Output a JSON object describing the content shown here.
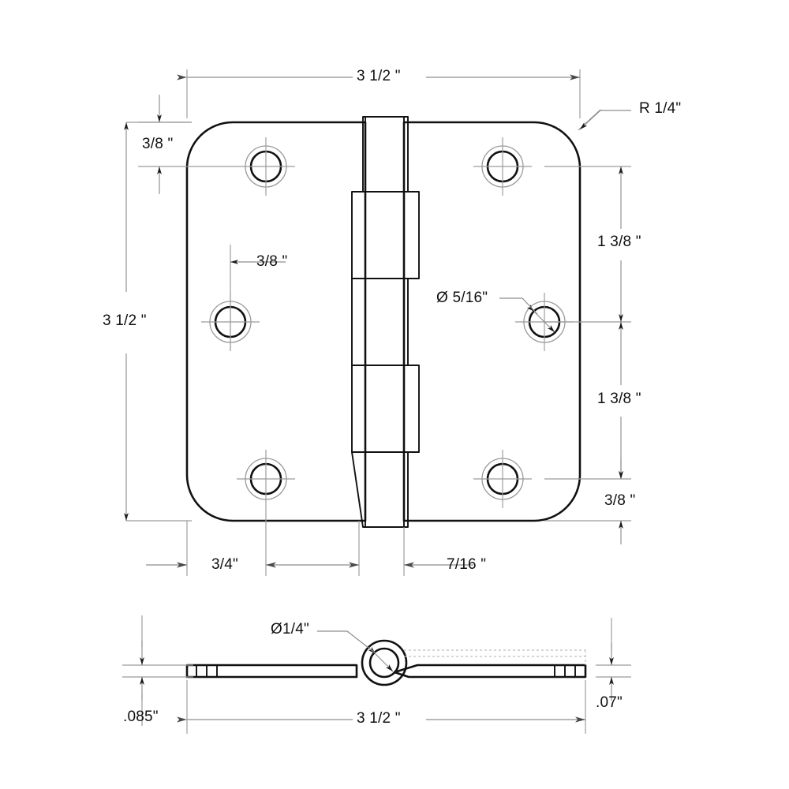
{
  "drawing": {
    "title": "Door Hinge Technical Drawing",
    "type": "mechanical-dimensioned-drawing",
    "line_color": "#111111",
    "dimension_line_color": "#8d8d8d",
    "background": "#ffffff",
    "views": [
      {
        "name": "front-view",
        "description": "Hinge face view with two leaves, five knuckles and six screw holes"
      },
      {
        "name": "edge-section-view",
        "description": "Edge / end view of hinge showing barrel and leaf thickness"
      }
    ]
  },
  "front_view": {
    "dimensions": {
      "overall_width": "3 1/2 \"",
      "overall_height": "3 1/2 \"",
      "corner_radius": "R 1/4\"",
      "top_edge_to_hole": "3/8 \"",
      "left_edge_to_hole": "3/8 \"",
      "hole_diameter": "Ø 5/16\"",
      "hole_spacing_upper": "1 3/8 \"",
      "hole_spacing_lower": "1 3/8 \"",
      "bottom_edge_to_hole": "3/8 \"",
      "left_hole_column_offset": "3/4\"",
      "knuckle_offset": "7/16 \""
    }
  },
  "section_view": {
    "dimensions": {
      "pin_diameter": "Ø1/4\"",
      "leaf_thickness_left": ".085\"",
      "leaf_thickness_right": ".07\"",
      "overall_length": "3 1/2 \""
    }
  },
  "labels": {
    "width_top": "3 1/2 \"",
    "corner_radius": "R 1/4\"",
    "top_offset": "3/8 \"",
    "left_offset": "3/8 \"",
    "height_left": "3 1/2 \"",
    "hole_dia": "Ø 5/16\"",
    "spacing_upper": "1 3/8 \"",
    "spacing_lower": "1 3/8 \"",
    "bottom_offset_right": "3/8 \"",
    "bottom_left": "3/4\"",
    "bottom_knuckle": "7/16 \"",
    "pin_dia": "Ø1/4\"",
    "thickness_left": ".085\"",
    "thickness_right": ".07\"",
    "length_bottom": "3 1/2 \""
  }
}
